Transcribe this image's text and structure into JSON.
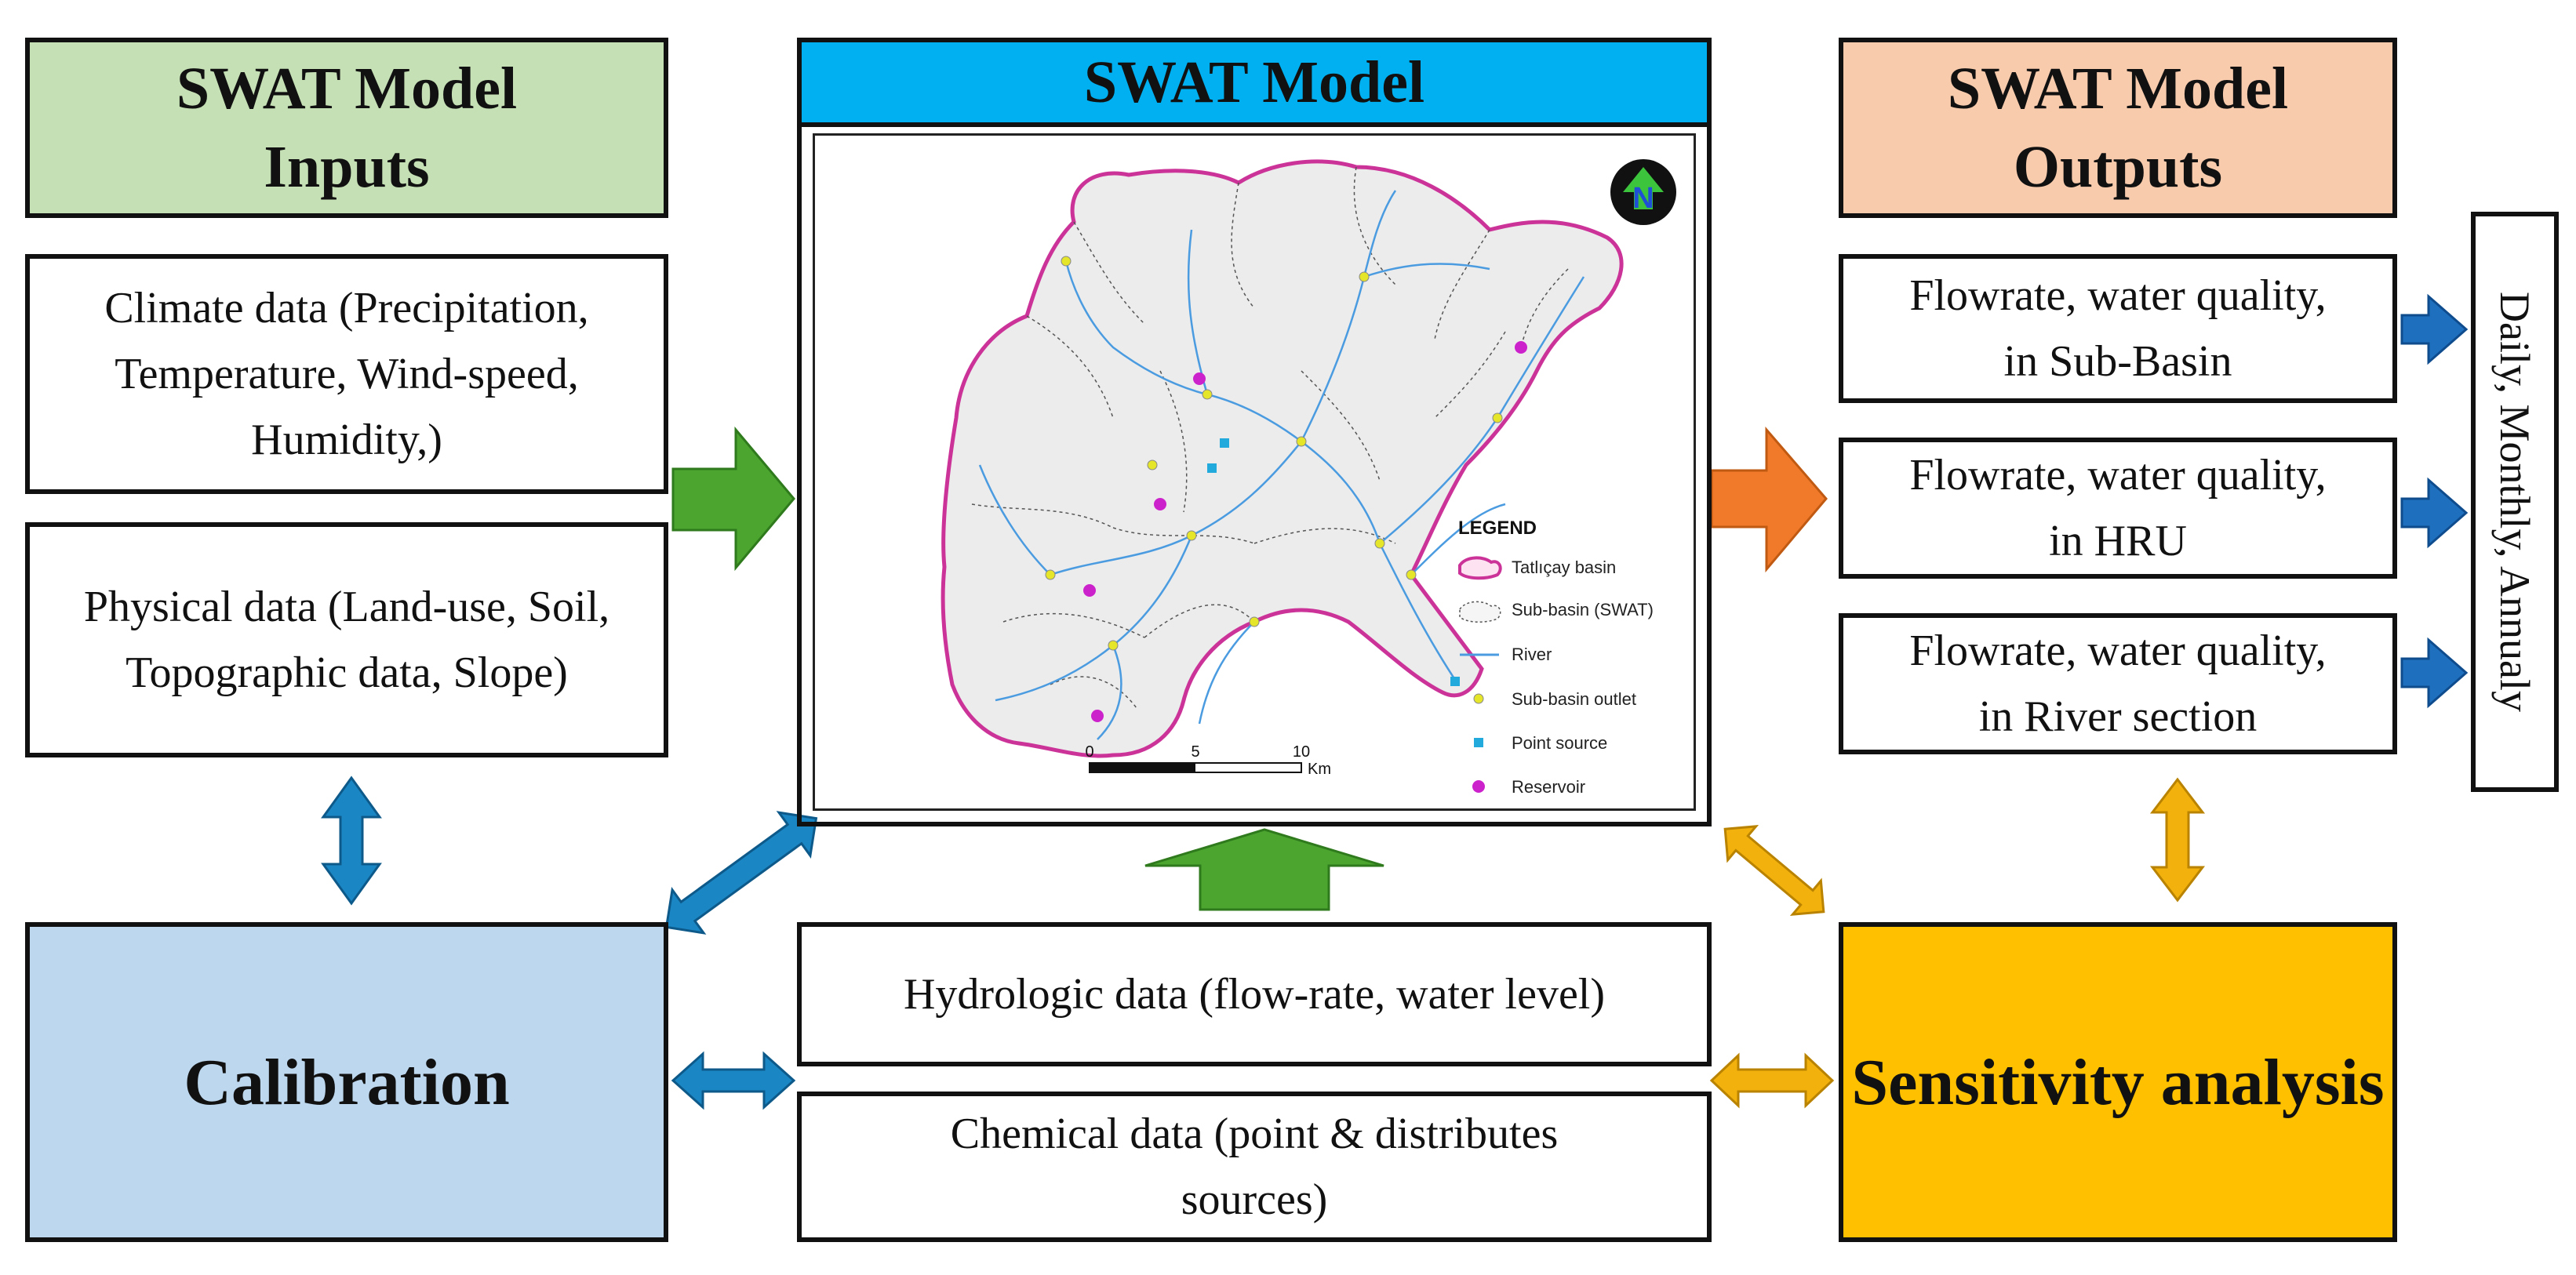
{
  "colors": {
    "inputs_header": "#c5e0b4",
    "model_header": "#00b0f0",
    "outputs_header": "#f8cbad",
    "calibration": "#bdd7ee",
    "sensitivity": "#ffc000",
    "green_arrow": "#4ba52f",
    "orange_arrow": "#f07a2a",
    "blue_arrow": "#1f6fbf",
    "teal_arrow": "#1a86c4",
    "yellow_arrow": "#f2b10c",
    "basin_outline": "#cc3399",
    "river": "#4a9be0"
  },
  "inputs": {
    "title": "SWAT Model\nInputs",
    "climate": "Climate data (Precipitation,\nTemperature, Wind-speed,\nHumidity,)",
    "physical": "Physical data (Land-use, Soil,\nTopographic data, Slope)"
  },
  "model": {
    "title": "SWAT Model",
    "map": {
      "compass_letter": "N",
      "legend_title": "LEGEND",
      "legend_items": [
        "Tatlıçay basin",
        "Sub-basin (SWAT)",
        "River",
        "Sub-basin outlet",
        "Point source",
        "Reservoir"
      ],
      "scale_labels": [
        "0",
        "5",
        "10"
      ],
      "scale_unit": "Km"
    }
  },
  "outputs": {
    "title": "SWAT  Model\nOutputs",
    "sub_basin": "Flowrate, water quality,\nin Sub-Basin",
    "hru": "Flowrate, water quality,\nin HRU",
    "river": "Flowrate, water quality,\nin River section",
    "frequency": "Daily, Monthly, Annualy"
  },
  "data_boxes": {
    "hydrologic": "Hydrologic data (flow-rate, water level)",
    "chemical": "Chemical data (point & distributes\nsources)"
  },
  "calibration": {
    "label": "Calibration"
  },
  "sensitivity": {
    "label": "Sensitivity analysis"
  }
}
